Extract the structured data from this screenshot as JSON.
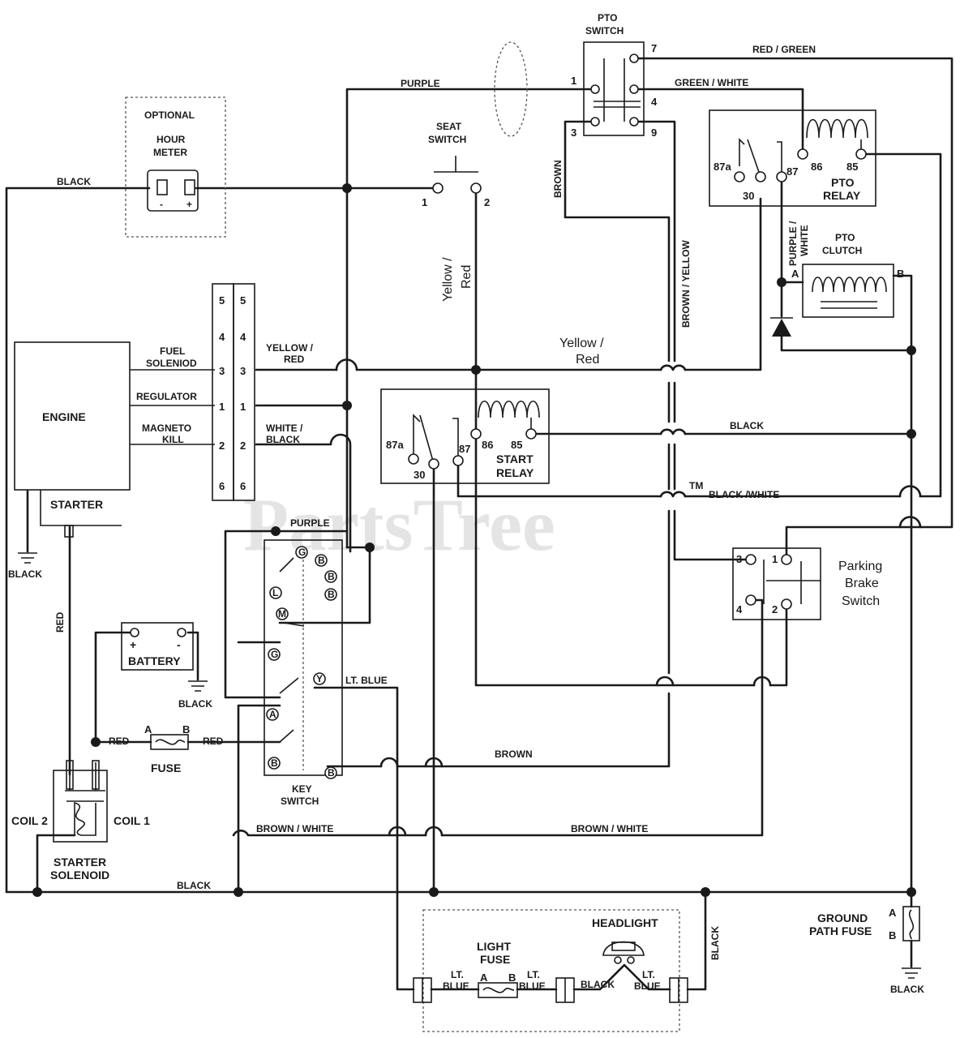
{
  "watermark": {
    "text": "PartsTree",
    "tm": "TM"
  },
  "components": {
    "hour_meter": {
      "optional": "OPTIONAL",
      "name_line1": "HOUR",
      "name_line2": "METER",
      "minus": "-",
      "plus": "+"
    },
    "pto_switch": {
      "name_line1": "PTO",
      "name_line2": "SWITCH",
      "pins": [
        "1",
        "3",
        "4",
        "7",
        "9"
      ]
    },
    "seat_switch": {
      "name_line1": "SEAT",
      "name_line2": "SWITCH",
      "pin1": "1",
      "pin2": "2"
    },
    "pto_relay": {
      "name_line1": "PTO",
      "name_line2": "RELAY",
      "pin87a": "87a",
      "pin30": "30",
      "pin87": "87",
      "pin86": "86",
      "pin85": "85"
    },
    "pto_clutch": {
      "name_line1": "PTO",
      "name_line2": "CLUTCH",
      "a": "A",
      "b": "B"
    },
    "engine": {
      "name": "ENGINE",
      "starter": "STARTER",
      "fuel_solenoid_line1": "FUEL",
      "fuel_solenoid_line2": "SOLENIOD",
      "regulator": "REGULATOR",
      "magneto_line1": "MAGNETO",
      "magneto_line2": "KILL"
    },
    "connector": {
      "pins": [
        "5",
        "4",
        "3",
        "1",
        "2",
        "6"
      ]
    },
    "start_relay": {
      "name_line1": "START",
      "name_line2": "RELAY",
      "pin87a": "87a",
      "pin30": "30",
      "pin87": "87",
      "pin86": "86",
      "pin85": "85"
    },
    "parking_brake": {
      "name_line1": "Parking",
      "name_line2": "Brake",
      "name_line3": "Switch",
      "pin1": "1",
      "pin2": "2",
      "pin3": "3",
      "pin4": "4"
    },
    "battery": {
      "name": "BATTERY",
      "plus": "+",
      "minus": "-"
    },
    "fuse": {
      "name": "FUSE",
      "a": "A",
      "b": "B"
    },
    "key_switch": {
      "name_line1": "KEY",
      "name_line2": "SWITCH",
      "letters": [
        "G",
        "B",
        "L",
        "B",
        "B",
        "M",
        "G",
        "Y",
        "A",
        "B",
        "B"
      ]
    },
    "starter_solenoid": {
      "name_line1": "STARTER",
      "name_line2": "SOLENOID",
      "coil1": "COIL 1",
      "coil2": "COIL 2"
    },
    "headlight": {
      "name": "HEADLIGHT",
      "light_fuse_line1": "LIGHT",
      "light_fuse_line2": "FUSE",
      "a": "A",
      "b": "B"
    },
    "ground_fuse": {
      "name_line1": "GROUND",
      "name_line2": "PATH FUSE",
      "a": "A",
      "b": "B"
    }
  },
  "wires": {
    "black": "BLACK",
    "purple": "PURPLE",
    "red_green": "RED / GREEN",
    "green_white": "GREEN / WHITE",
    "brown": "BROWN",
    "brown_yellow": "BROWN / YELLOW",
    "purple_white_1": "PURPLE /",
    "purple_white_2": "WHITE",
    "yellow_red_1": "YELLOW /",
    "yellow_red_2": "RED",
    "yellow_red_mixed_1": "Yellow /",
    "yellow_red_mixed_2": "Red",
    "white_black_1": "WHITE /",
    "white_black_2": "BLACK",
    "black_white": "BLACK /WHITE",
    "red": "RED",
    "lt_blue": "LT. BLUE",
    "lt": "LT.",
    "blue": "BLUE",
    "brown_white": "BROWN / WHITE"
  }
}
